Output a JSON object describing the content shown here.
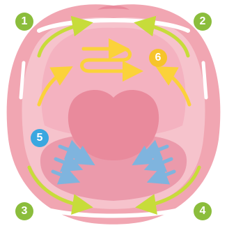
{
  "badges": [
    {
      "label": "1",
      "color": "#8bbd3c"
    },
    {
      "label": "2",
      "color": "#8bbd3c"
    },
    {
      "label": "3",
      "color": "#8bbd3c"
    },
    {
      "label": "4",
      "color": "#8bbd3c"
    },
    {
      "label": "5",
      "color": "#3aa7e0"
    },
    {
      "label": "6",
      "color": "#f6c42a"
    }
  ],
  "colors": {
    "lip": "#f1a6b2",
    "mouth_inner": "#f6c3cc",
    "palate": "#f4b2c0",
    "tongue": "#e98a9c",
    "floor": "#eb9aab",
    "green_arrow": "#c7dc3a",
    "yellow_arrow": "#fbd23a",
    "blue_arrow": "#7fb4de"
  },
  "icons": [
    "curved-arrow-icon",
    "zigzag-arrow-icon",
    "straight-arrow-icon"
  ]
}
